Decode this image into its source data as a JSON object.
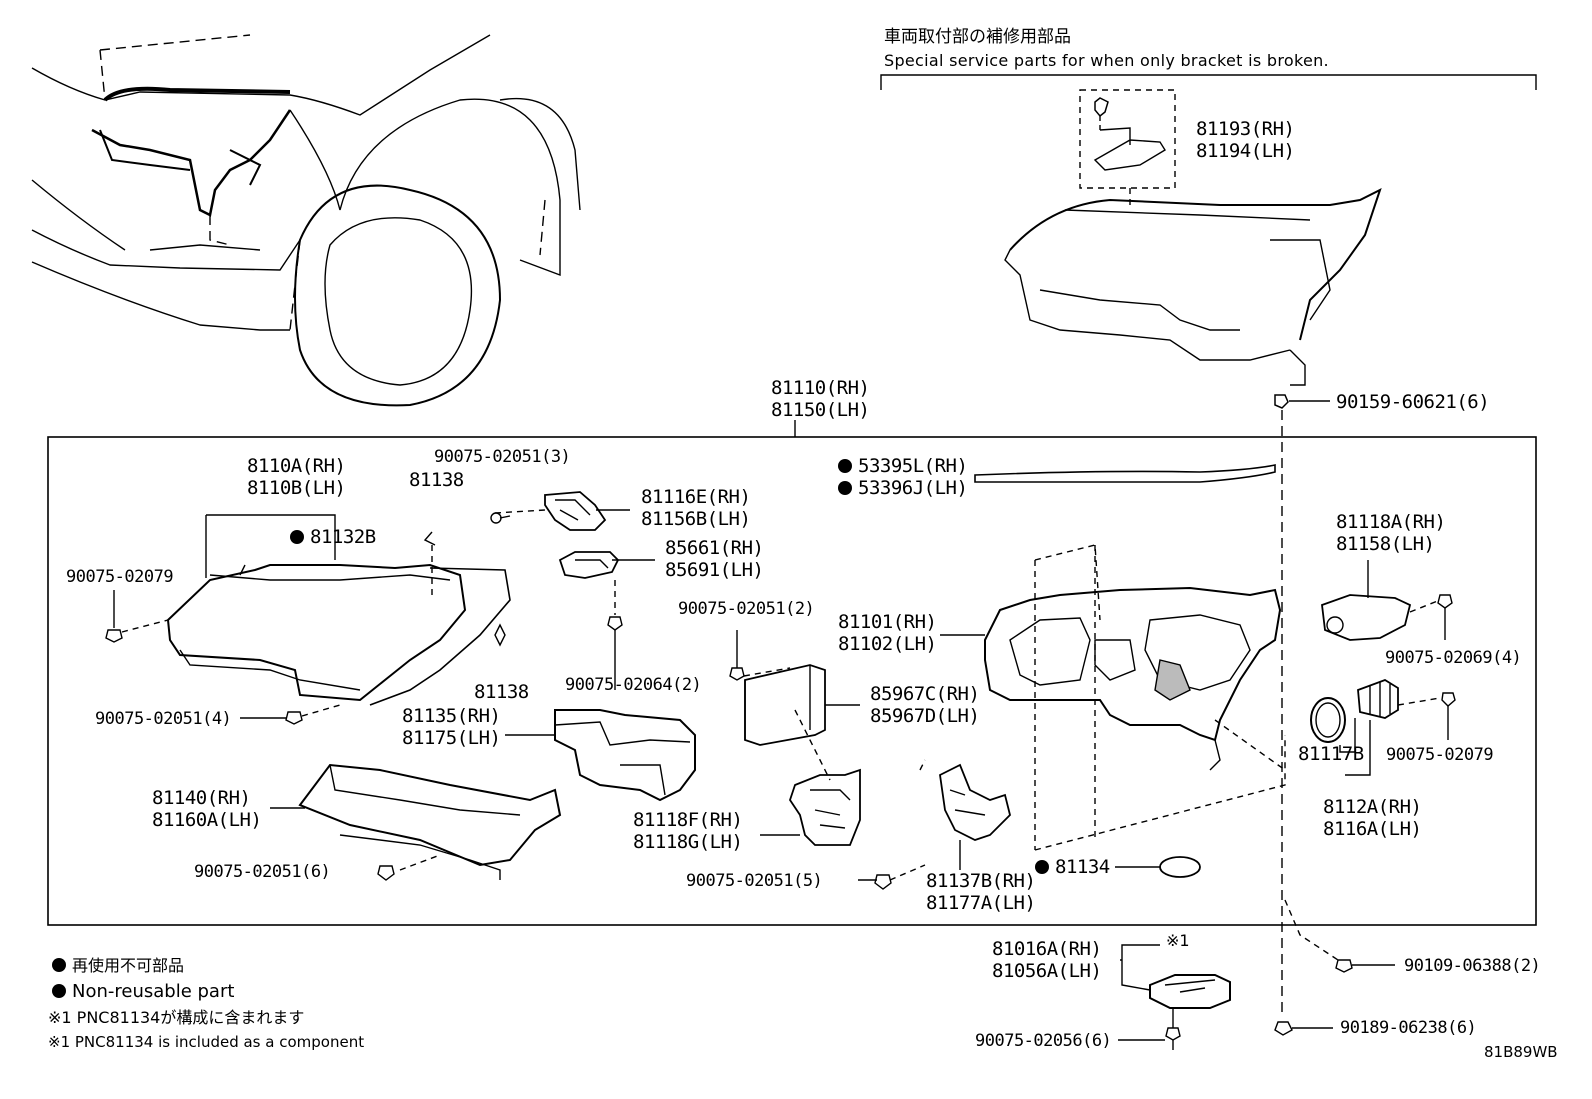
{
  "header": {
    "jp_title": "車両取付部の補修用部品",
    "en_title": "Special service parts for when only bracket is broken."
  },
  "bracket_set": {
    "rh": "81193(RH)",
    "lh": "81194(LH)"
  },
  "assembly": {
    "rh": "81110(RH)",
    "lh": "81150(LH)"
  },
  "parts": {
    "p90159": "90159-60621(6)",
    "p8110a": "8110A(RH)",
    "p8110b": "8110B(LH)",
    "p81132b": "81132B",
    "p81138_top": "81138",
    "p90075_02051_3": "90075-02051(3)",
    "p81116e": "81116E(RH)",
    "p81156b": "81156B(LH)",
    "p85661": "85661(RH)",
    "p85691": "85691(LH)",
    "p53395l": "53395L(RH)",
    "p53396j": "53396J(LH)",
    "p81118a": "81118A(RH)",
    "p81158": "81158(LH)",
    "p90075_02079_left": "90075-02079",
    "p90075_02051_2": "90075-02051(2)",
    "p81101": "81101(RH)",
    "p81102": "81102(LH)",
    "p90075_02069": "90075-02069(4)",
    "p90075_02064": "90075-02064(2)",
    "p81138_bottom": "81138",
    "p90075_02051_4": "90075-02051(4)",
    "p81135": "81135(RH)",
    "p81175": "81175(LH)",
    "p85967c": "85967C(RH)",
    "p85967d": "85967D(LH)",
    "p81117b": "81117B",
    "p90075_02079_right": "90075-02079",
    "p81140": "81140(RH)",
    "p81160a": "81160A(LH)",
    "p81118f": "81118F(RH)",
    "p81118g": "81118G(LH)",
    "p8112a": "8112A(RH)",
    "p8116a": "8116A(LH)",
    "p90075_02051_6": "90075-02051(6)",
    "p90075_02051_5": "90075-02051(5)",
    "p81134": "81134",
    "p81137b": "81137B(RH)",
    "p81177a": "81177A(LH)",
    "p81016a": "81016A(RH)",
    "p81056a": "81056A(LH)",
    "p_mark1": "※1",
    "p90109": "90109-06388(2)",
    "p90189": "90189-06238(6)",
    "p90075_02056": "90075-02056(6)"
  },
  "legend": {
    "dot_jp": "再使用不可部品",
    "dot_en": "Non-reusable part",
    "note1_jp": "※1 PNC81134が構成に含まれます",
    "note1_en": "※1 PNC81134 is included as a component"
  },
  "diagram_code": "81B89WB"
}
